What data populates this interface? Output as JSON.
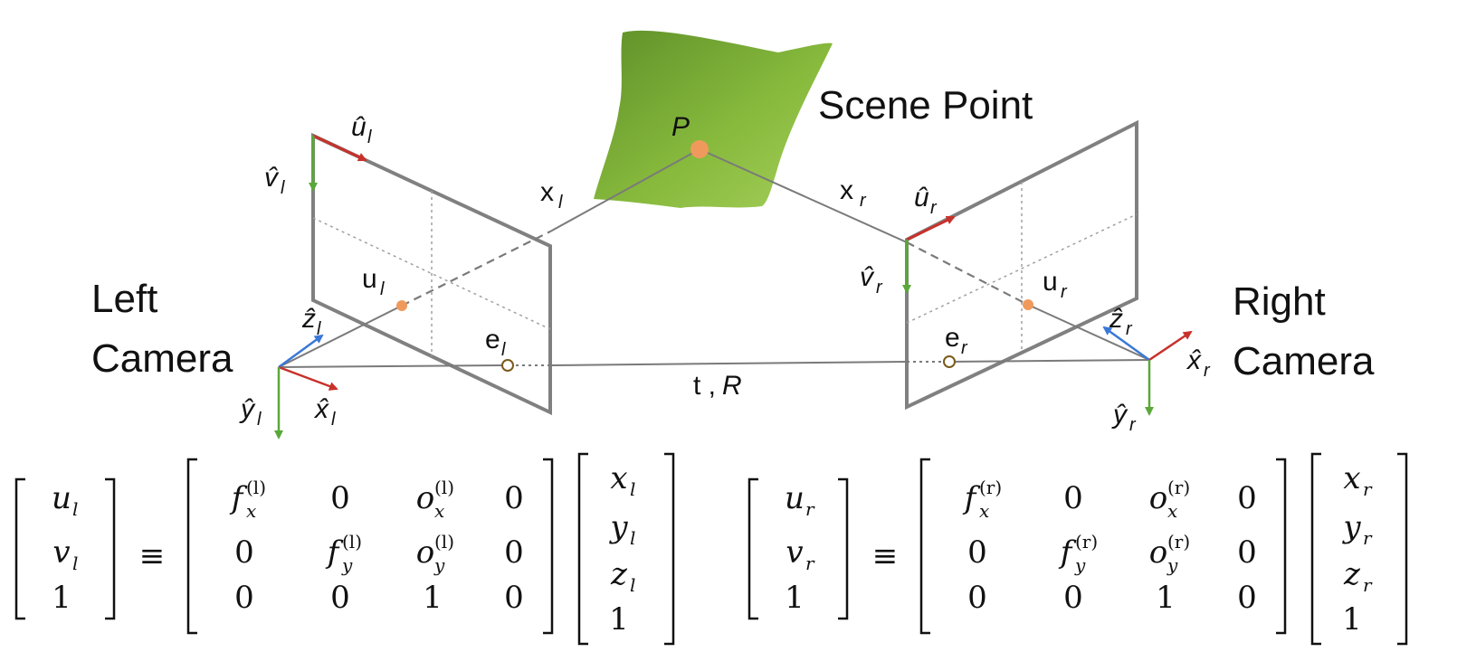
{
  "labels": {
    "scene_point": "Scene Point",
    "P": "P",
    "left_camera_line1": "Left",
    "left_camera_line2": "Camera",
    "right_camera_line1": "Right",
    "right_camera_line2": "Camera",
    "x_l": "x",
    "x_l_sub": "l",
    "x_r": "x",
    "x_r_sub": "r",
    "u_l": "u",
    "u_l_sub": "l",
    "u_r": "u",
    "u_r_sub": "r",
    "e_l": "e",
    "e_l_sub": "l",
    "e_r": "e",
    "e_r_sub": "r",
    "t_R_t": "t ,",
    "t_R_R": "R",
    "uhat_l": "û",
    "uhat_l_sub": "l",
    "vhat_l": "v̂",
    "vhat_l_sub": "l",
    "zhat_l": "ẑ",
    "zhat_l_sub": "l",
    "yhat_l": "ŷ",
    "yhat_l_sub": "l",
    "xhat_l": "x̂",
    "xhat_l_sub": "l",
    "uhat_r": "û",
    "uhat_r_sub": "r",
    "vhat_r": "v̂",
    "vhat_r_sub": "r",
    "zhat_r": "ẑ",
    "zhat_r_sub": "r",
    "yhat_r": "ŷ",
    "yhat_r_sub": "r",
    "xhat_r": "x̂",
    "xhat_r_sub": "r"
  },
  "equations": {
    "equiv": "≡",
    "left": {
      "lhs": [
        [
          "u",
          "l"
        ],
        [
          "v",
          "l"
        ],
        [
          "1",
          ""
        ]
      ],
      "matrix": [
        [
          "f_x^(l)",
          "0",
          "o_x^(l)",
          "0"
        ],
        [
          "0",
          "f_y^(l)",
          "o_y^(l)",
          "0"
        ],
        [
          "0",
          "0",
          "1",
          "0"
        ]
      ],
      "rhs": [
        [
          "x",
          "l"
        ],
        [
          "y",
          "l"
        ],
        [
          "z",
          "l"
        ],
        [
          "1",
          ""
        ]
      ]
    },
    "right": {
      "lhs": [
        [
          "u",
          "r"
        ],
        [
          "v",
          "r"
        ],
        [
          "1",
          ""
        ]
      ],
      "matrix": [
        [
          "f_x^(r)",
          "0",
          "o_x^(r)",
          "0"
        ],
        [
          "0",
          "f_y^(r)",
          "o_y^(r)",
          "0"
        ],
        [
          "0",
          "0",
          "1",
          "0"
        ]
      ],
      "rhs": [
        [
          "x",
          "r"
        ],
        [
          "y",
          "r"
        ],
        [
          "z",
          "r"
        ],
        [
          "1",
          ""
        ]
      ]
    }
  },
  "colors": {
    "plane": "#808080",
    "ray": "#7a7a7a",
    "point": "#ef9a5c",
    "u_axis": "#c8312a",
    "v_axis": "#5aa83a",
    "z_axis": "#3a78d8",
    "surface_light": "#8ec13f",
    "surface_dark": "#5f8f2a"
  }
}
